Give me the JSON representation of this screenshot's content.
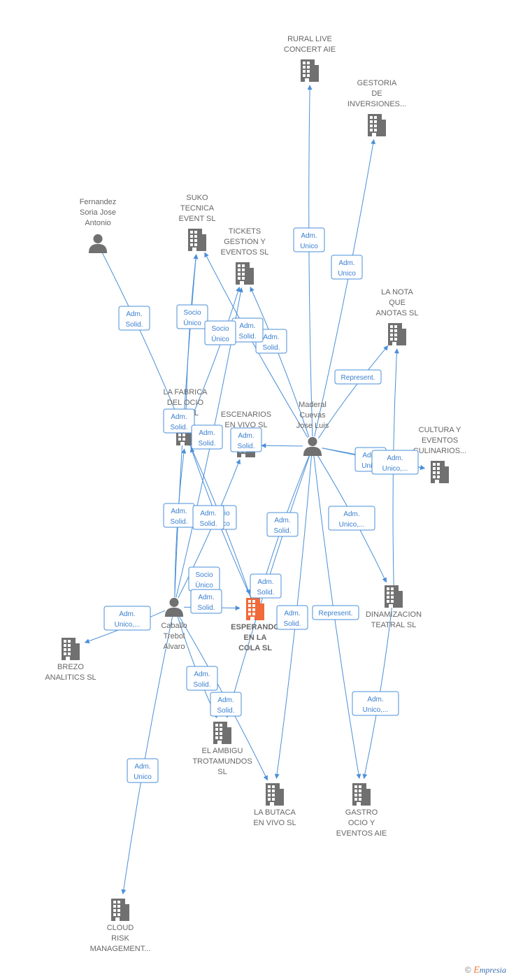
{
  "colors": {
    "edge": "#4a8fd8",
    "icon": "#707070",
    "focus_icon": "#f06a3a"
  },
  "nodes": [
    {
      "id": "rural",
      "type": "company",
      "lines": [
        "RURAL LIVE",
        "CONCERT AIE"
      ]
    },
    {
      "id": "gestoria",
      "type": "company",
      "lines": [
        "GESTORIA",
        "DE",
        "INVERSIONES..."
      ]
    },
    {
      "id": "fernandez",
      "type": "person",
      "lines": [
        "Fernandez",
        "Soria Jose",
        "Antonio"
      ]
    },
    {
      "id": "suko",
      "type": "company",
      "lines": [
        "SUKO",
        "TECNICA",
        "EVENT  SL"
      ]
    },
    {
      "id": "tickets",
      "type": "company",
      "lines": [
        "TICKETS",
        "GESTION Y",
        "EVENTOS  SL"
      ]
    },
    {
      "id": "lanota",
      "type": "company",
      "lines": [
        "LA NOTA",
        "QUE",
        "ANOTAS  SL"
      ]
    },
    {
      "id": "fabrica",
      "type": "company",
      "lines": [
        "LA FABRICA",
        "DEL OCIO",
        "UDL SL"
      ]
    },
    {
      "id": "escenarios",
      "type": "company",
      "lines": [
        "ESCENARIOS",
        "EN VIVO  SL"
      ]
    },
    {
      "id": "maderal",
      "type": "person",
      "lines": [
        "Maderal",
        "Cuevas",
        "Jose Luis"
      ]
    },
    {
      "id": "cultura",
      "type": "company",
      "lines": [
        "CULTURA Y",
        "EVENTOS",
        "CULINARIOS..."
      ]
    },
    {
      "id": "caballo",
      "type": "person",
      "lines": [
        "Caballo",
        "Trebol",
        "Alvaro"
      ]
    },
    {
      "id": "esperando",
      "type": "focus",
      "lines": [
        "ESPERANDO",
        "EN LA",
        "COLA  SL"
      ]
    },
    {
      "id": "dinamiz",
      "type": "company",
      "lines": [
        "DINAMIZACION",
        "TEATRAL  SL"
      ]
    },
    {
      "id": "brezo",
      "type": "company",
      "lines": [
        "BREZO",
        "ANALITICS  SL"
      ]
    },
    {
      "id": "ambigu",
      "type": "company",
      "lines": [
        "EL AMBIGU",
        "TROTAMUNDOS",
        "SL"
      ]
    },
    {
      "id": "butaca",
      "type": "company",
      "lines": [
        "LA BUTACA",
        "EN VIVO  SL"
      ]
    },
    {
      "id": "gastro",
      "type": "company",
      "lines": [
        "GASTRO",
        "OCIO Y",
        "EVENTOS AIE"
      ]
    },
    {
      "id": "cloud",
      "type": "company",
      "lines": [
        "CLOUD",
        "RISK",
        "MANAGEMENT..."
      ]
    }
  ],
  "edges": [
    {
      "from": "maderal",
      "to": "rural",
      "label": [
        "Adm.",
        "Unico"
      ]
    },
    {
      "from": "maderal",
      "to": "gestoria",
      "label": [
        "Adm.",
        "Unico"
      ]
    },
    {
      "from": "maderal",
      "to": "lanota",
      "label": [
        "Represent."
      ]
    },
    {
      "from": "maderal",
      "to": "cultura",
      "label": [
        "Adm.",
        "Unico"
      ]
    },
    {
      "from": "maderal",
      "to": "cultura",
      "label": [
        "Adm.",
        "Unico,..."
      ]
    },
    {
      "from": "maderal",
      "to": "dinamiz",
      "label": [
        "Adm.",
        "Unico,..."
      ]
    },
    {
      "from": "maderal",
      "to": "gastro",
      "label": [
        "Represent."
      ]
    },
    {
      "from": "maderal",
      "to": "butaca",
      "label": [
        "Adm.",
        "Solid."
      ]
    },
    {
      "from": "maderal",
      "to": "esperando",
      "label": [
        "Adm.",
        "Solid."
      ]
    },
    {
      "from": "maderal",
      "to": "tickets",
      "label": [
        "Adm.",
        "Solid."
      ]
    },
    {
      "from": "maderal",
      "to": "suko",
      "label": [
        "Adm.",
        "Solid."
      ]
    },
    {
      "from": "maderal",
      "to": "escenarios",
      "label": [
        "Adm.",
        "Solid."
      ]
    },
    {
      "from": "maderal",
      "to": "ambigu",
      "label": [
        "Adm.",
        "Solid."
      ]
    },
    {
      "from": "dinamiz",
      "to": "gastro",
      "label": [
        "Adm.",
        "Unico,..."
      ]
    },
    {
      "from": "dinamiz",
      "to": "lanota",
      "label": []
    },
    {
      "from": "fernandez",
      "to": "fabrica",
      "label": [
        "Adm.",
        "Solid."
      ]
    },
    {
      "from": "caballo",
      "to": "suko",
      "label": [
        "Socio",
        "Único"
      ]
    },
    {
      "from": "caballo",
      "to": "tickets",
      "label": [
        "Socio",
        "Único"
      ]
    },
    {
      "from": "caballo",
      "to": "fabrica",
      "label": [
        "Adm.",
        "Solid."
      ]
    },
    {
      "from": "caballo",
      "to": "escenarios",
      "label": [
        "Socio",
        "Único"
      ]
    },
    {
      "from": "caballo",
      "to": "esperando",
      "label": [
        "Socio",
        "Único"
      ]
    },
    {
      "from": "caballo",
      "to": "brezo",
      "label": [
        "Adm.",
        "Unico,..."
      ]
    },
    {
      "from": "caballo",
      "to": "cloud",
      "label": [
        "Adm.",
        "Unico"
      ]
    },
    {
      "from": "caballo",
      "to": "butaca",
      "label": [
        "Adm.",
        "Solid."
      ]
    },
    {
      "from": "caballo",
      "to": "ambigu",
      "label": [
        "Adm.",
        "Solid."
      ]
    },
    {
      "from": "fabrica",
      "to": "tickets",
      "label": [
        "Adm.",
        "Solid."
      ]
    },
    {
      "from": "fabrica",
      "to": "suko",
      "label": [
        "Adm.",
        "Solid."
      ]
    },
    {
      "from": "fabrica",
      "to": "esperando",
      "label": [
        "Adm.",
        "Solid."
      ]
    },
    {
      "from": "esperando",
      "to": "fabrica",
      "label": [
        "Adm.",
        "Solid."
      ]
    }
  ],
  "brand": {
    "copyright": "©",
    "e": "E",
    "rest": "mpresia"
  }
}
